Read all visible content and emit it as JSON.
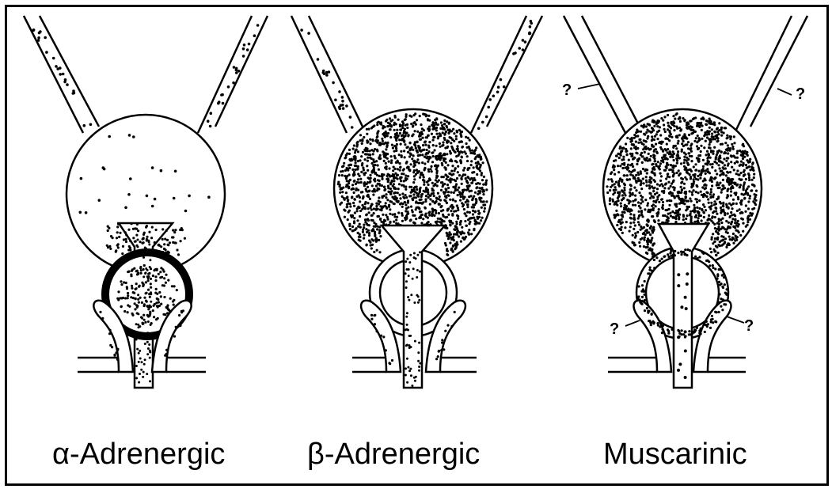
{
  "panels": [
    {
      "label": "α-Adrenergic"
    },
    {
      "label": "β-Adrenergic"
    },
    {
      "label": "Muscarinic",
      "question_mark": "?"
    }
  ]
}
